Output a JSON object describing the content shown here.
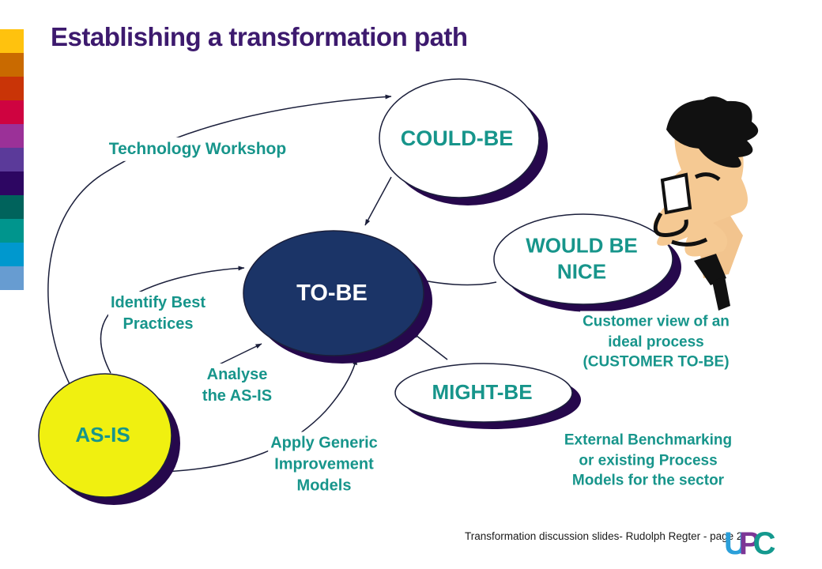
{
  "slide": {
    "title": "Establishing a transformation path",
    "footer": "Transformation discussion slides- Rudolph Regter - page 2",
    "logo": {
      "u": "U",
      "p": "P",
      "c": "C"
    }
  },
  "strip": {
    "colors": [
      "#FFC20E",
      "#C96A00",
      "#C93407",
      "#CF0340",
      "#9B3198",
      "#5B3A9A",
      "#2D0662",
      "#00635C",
      "#00958D",
      "#0098CE",
      "#679CD1"
    ]
  },
  "nodes": {
    "could_be": {
      "label": "COULD-BE"
    },
    "to_be": {
      "label": "TO-BE"
    },
    "would_be_nice": {
      "label": "WOULD BE\nNICE"
    },
    "might_be": {
      "label": "MIGHT-BE"
    },
    "as_is": {
      "label": "AS-IS"
    }
  },
  "labels": {
    "technology_workshop": "Technology Workshop",
    "identify_best_practices": "Identify Best\nPractices",
    "analyse_the_as_is": "Analyse\nthe AS-IS",
    "apply_generic_models": "Apply Generic\nImprovement\nModels",
    "customer_view": "Customer view of an\nideal process\n(CUSTOMER TO-BE)",
    "external_benchmarking": "External Benchmarking\nor existing Process\nModels for the sector"
  },
  "colors": {
    "title": "#3D1A6E",
    "teal_text": "#17958B",
    "to_be_fill": "#1B3467",
    "as_is_fill": "#F0F010",
    "white_fill": "#FFFFFF",
    "shadow": "#26084C",
    "outline": "#1B1F3B",
    "logo_u": "#2B9FD9",
    "logo_p": "#7C3796",
    "logo_c": "#14998E"
  }
}
